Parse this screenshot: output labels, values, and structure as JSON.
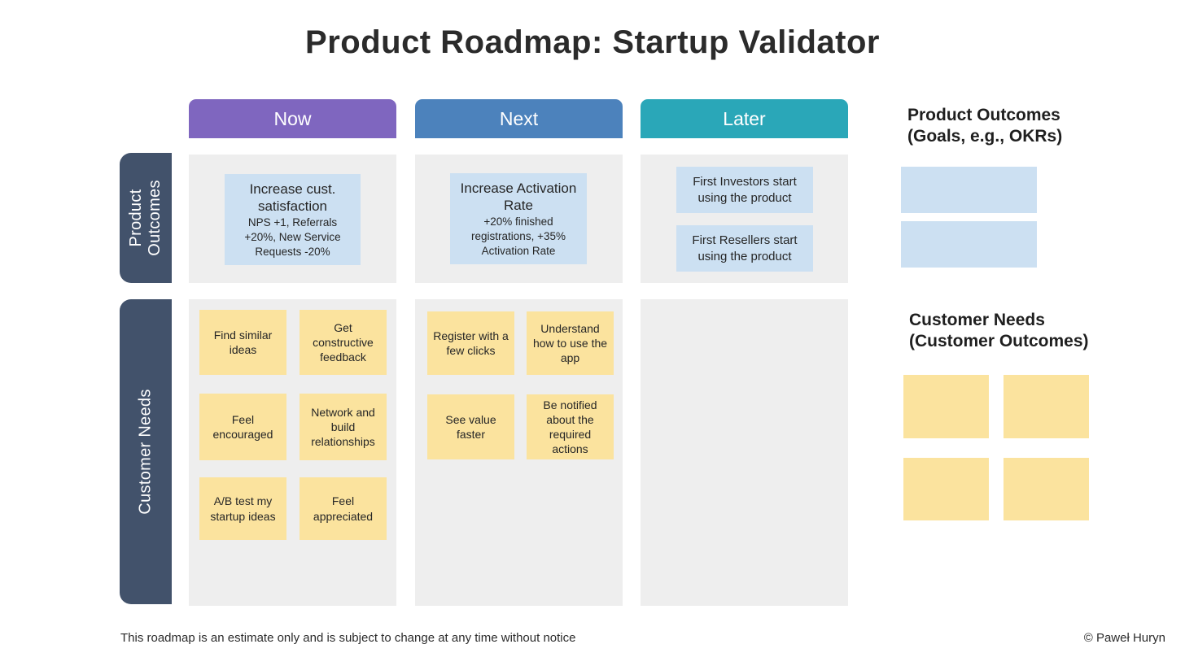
{
  "title": "Product Roadmap: Startup Validator",
  "colors": {
    "now_header": "#7F66BF",
    "next_header": "#4C82BC",
    "later_header": "#2AA7B8",
    "row_label": "#42526B",
    "column_bg": "#EEEEEE",
    "product_outcome_note": "#CCE0F2",
    "customer_need_note": "#FBE39E"
  },
  "rows": [
    {
      "label": "Product Outcomes"
    },
    {
      "label": "Customer Needs"
    }
  ],
  "columns": [
    {
      "label": "Now",
      "color": "#7F66BF",
      "product_outcomes": [
        {
          "title": "Increase cust. satisfaction",
          "detail": "NPS +1, Referrals +20%, New Service Requests -20%"
        }
      ],
      "customer_needs": [
        "Find similar ideas",
        "Get constructive feedback",
        "Feel encouraged",
        "Network and build relationships",
        "A/B test my startup ideas",
        "Feel appreciated"
      ]
    },
    {
      "label": "Next",
      "color": "#4C82BC",
      "product_outcomes": [
        {
          "title": "Increase Activation Rate",
          "detail": "+20% finished registrations, +35% Activation Rate"
        }
      ],
      "customer_needs": [
        "Register with a few clicks",
        "Understand how to use the app",
        "See value faster",
        "Be notified about the required actions"
      ]
    },
    {
      "label": "Later",
      "color": "#2AA7B8",
      "product_outcomes": [
        {
          "title": "First Investors start using the product"
        },
        {
          "title": "First Resellers start using the product"
        }
      ],
      "customer_needs": []
    }
  ],
  "legend": {
    "product_outcomes": {
      "title": "Product Outcomes",
      "subtitle": "(Goals, e.g., OKRs)",
      "swatch_count": 2
    },
    "customer_needs": {
      "title": "Customer Needs",
      "subtitle": "(Customer Outcomes)",
      "swatch_count": 4
    }
  },
  "footer": {
    "disclaimer": "This roadmap is an estimate only and is subject to change at any time without notice",
    "copyright": "© Paweł Huryn"
  }
}
